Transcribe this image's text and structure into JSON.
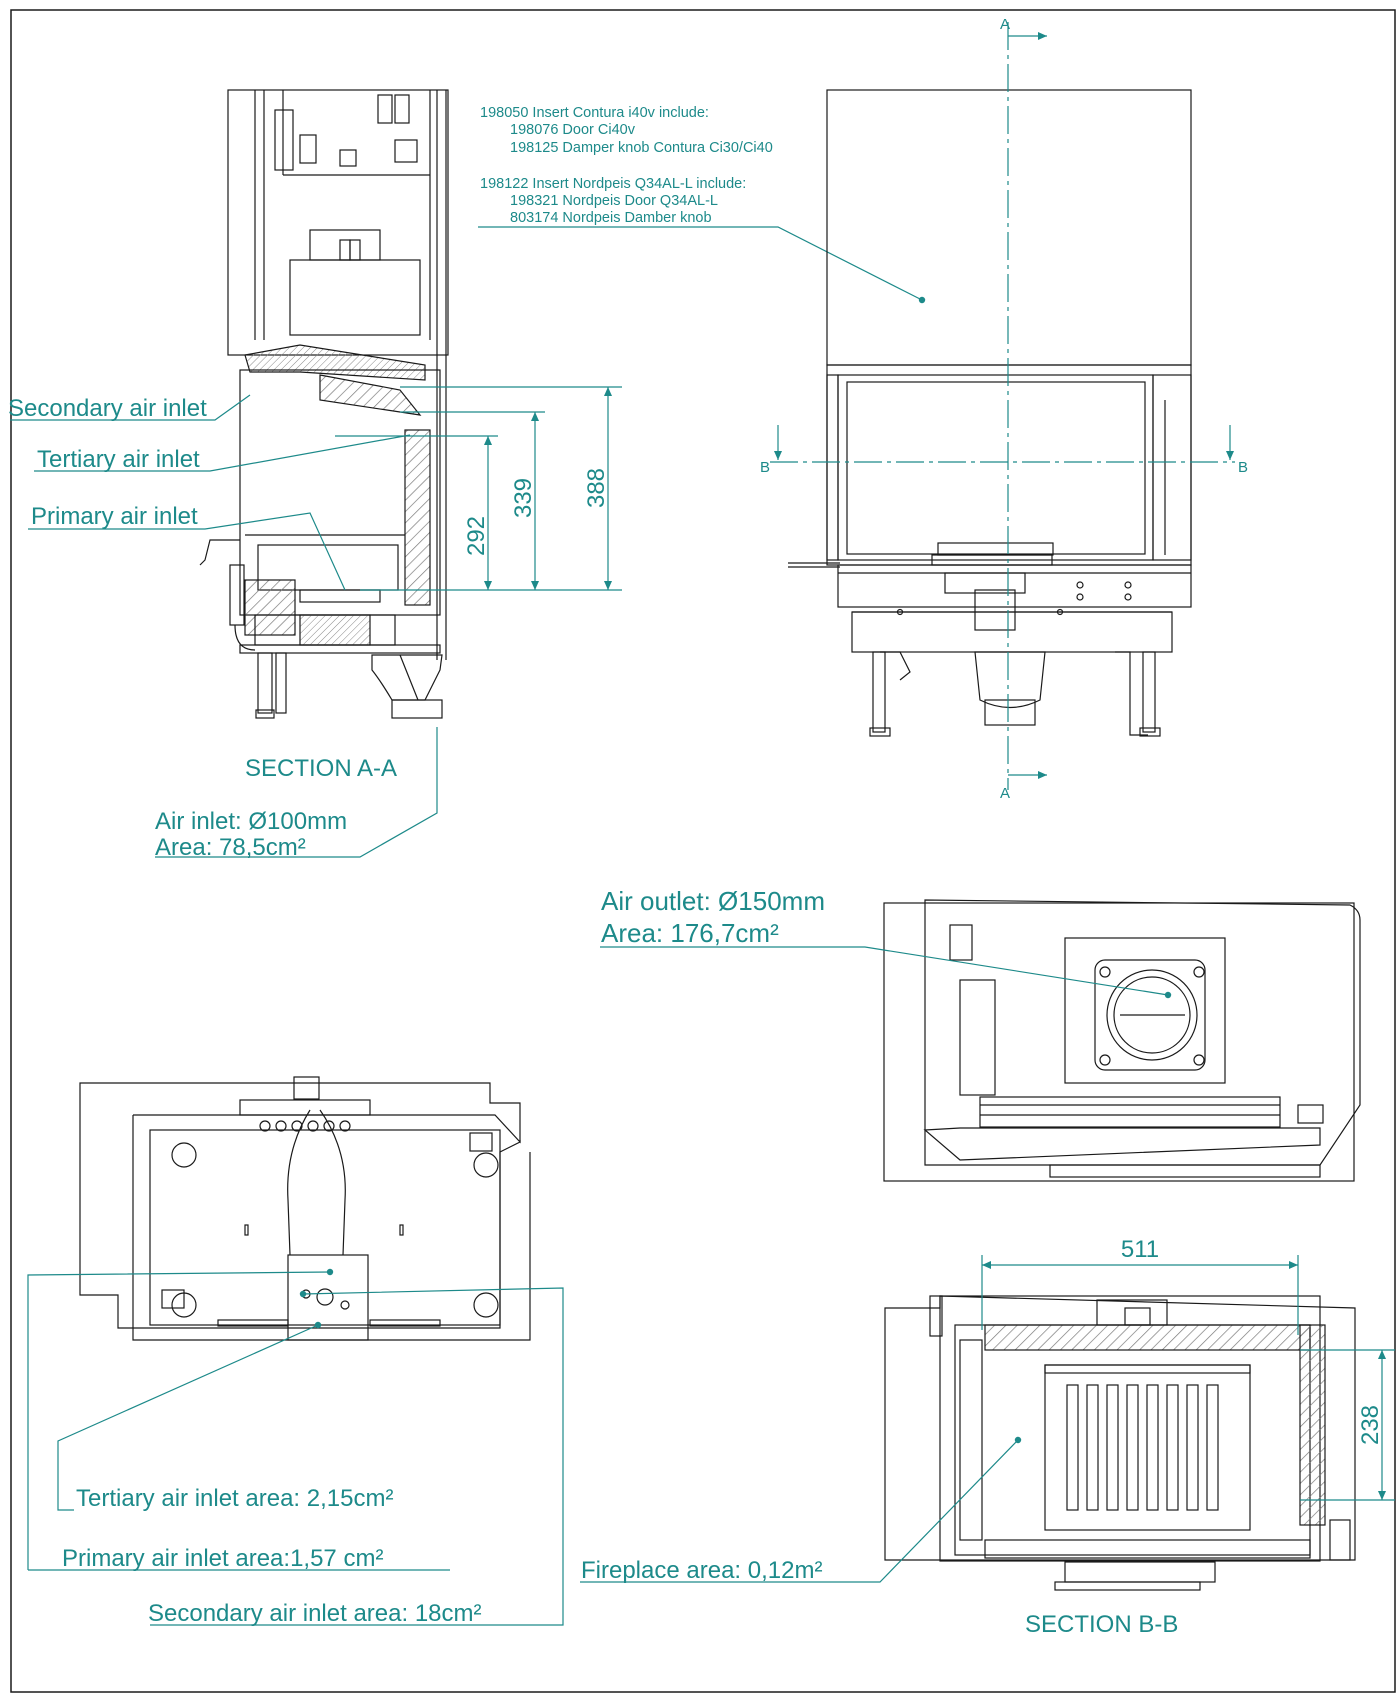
{
  "colors": {
    "annotation": "#1d8a8a",
    "linework": "#1a1a1a",
    "hatch": "#7a7a7a",
    "background": "#ffffff"
  },
  "parts_list": {
    "group1_title": "198050 Insert Contura i40v include:",
    "group1_items": [
      "198076 Door Ci40v",
      "198125 Damper knob Contura Ci30/Ci40"
    ],
    "group2_title": "198122 Insert Nordpeis Q34AL-L include:",
    "group2_items": [
      "198321 Nordpeis Door Q34AL-L",
      "803174 Nordpeis Damber knob"
    ]
  },
  "section_aa": {
    "title": "SECTION A-A",
    "labels": {
      "secondary": "Secondary air inlet",
      "tertiary": "Tertiary air inlet",
      "primary": "Primary air inlet"
    },
    "dimensions": [
      "292",
      "339",
      "388"
    ],
    "air_inlet": {
      "line1": "Air inlet: Ø100mm",
      "line2": "Area: 78,5cm²"
    }
  },
  "front_view": {
    "cut_a": "A",
    "cut_b": "B"
  },
  "top_view": {
    "air_outlet": {
      "line1": "Air outlet: Ø150mm",
      "line2": "Area: 176,7cm²"
    }
  },
  "bottom_view": {
    "tertiary_area": "Tertiary air inlet area: 2,15cm²",
    "primary_area": "Primary air inlet area:1,57 cm²",
    "secondary_area": "Secondary air inlet area: 18cm²"
  },
  "section_bb": {
    "title": "SECTION B-B",
    "width_dim": "511",
    "depth_dim": "238",
    "fireplace_area": "Fireplace area: 0,12m²"
  }
}
